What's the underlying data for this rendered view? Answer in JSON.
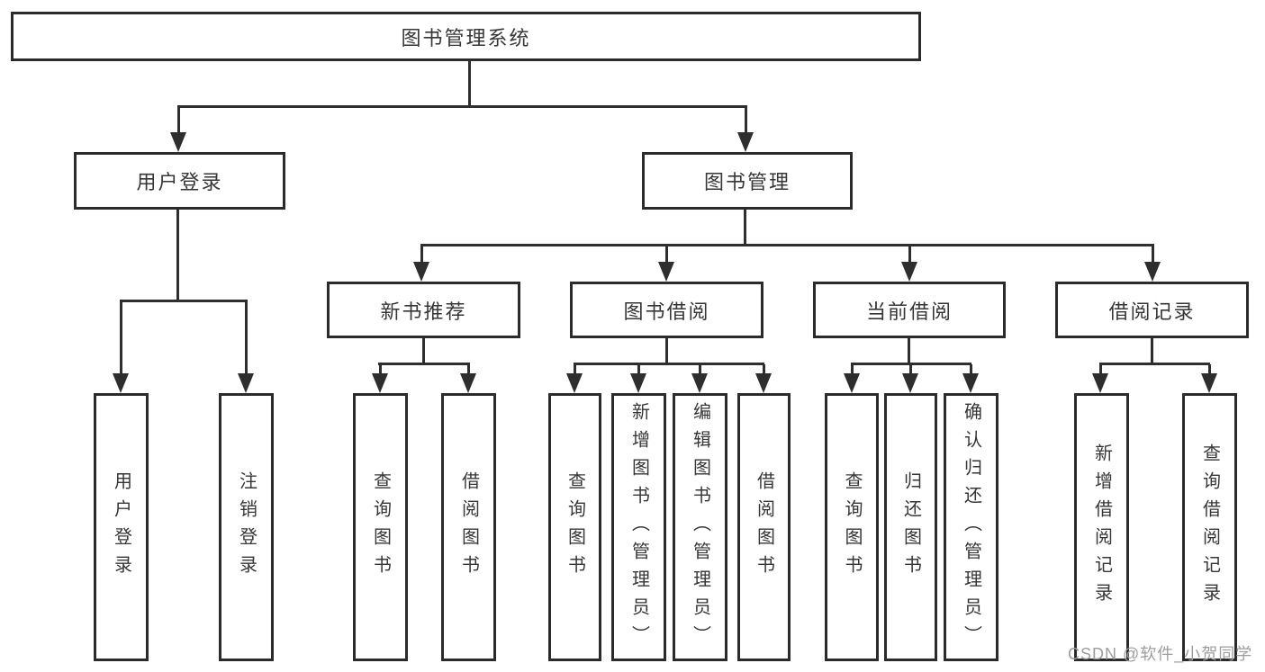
{
  "diagram": {
    "root": {
      "label": "图书管理系统"
    },
    "level2": [
      {
        "label": "用户登录"
      },
      {
        "label": "图书管理"
      }
    ],
    "level3": [
      {
        "label": "新书推荐"
      },
      {
        "label": "图书借阅"
      },
      {
        "label": "当前借阅"
      },
      {
        "label": "借阅记录"
      }
    ],
    "leaves": [
      {
        "label": "用户登录"
      },
      {
        "label": "注销登录"
      },
      {
        "label": "查询图书"
      },
      {
        "label": "借阅图书"
      },
      {
        "label": "查询图书"
      },
      {
        "label": "新增图书（管理员）"
      },
      {
        "label": "编辑图书（管理员）"
      },
      {
        "label": "借阅图书"
      },
      {
        "label": "查询图书"
      },
      {
        "label": "归还图书"
      },
      {
        "label": "确认归还（管理员）"
      },
      {
        "label": "新增借阅记录"
      },
      {
        "label": "查询借阅记录"
      }
    ]
  },
  "watermark": {
    "text": "CSDN @软件_小贺同学"
  },
  "colors": {
    "line": "#2e2e2e",
    "box_border": "#2b2b2b",
    "text": "#363636",
    "background": "#ffffff",
    "watermark": "#9d9d9d"
  }
}
